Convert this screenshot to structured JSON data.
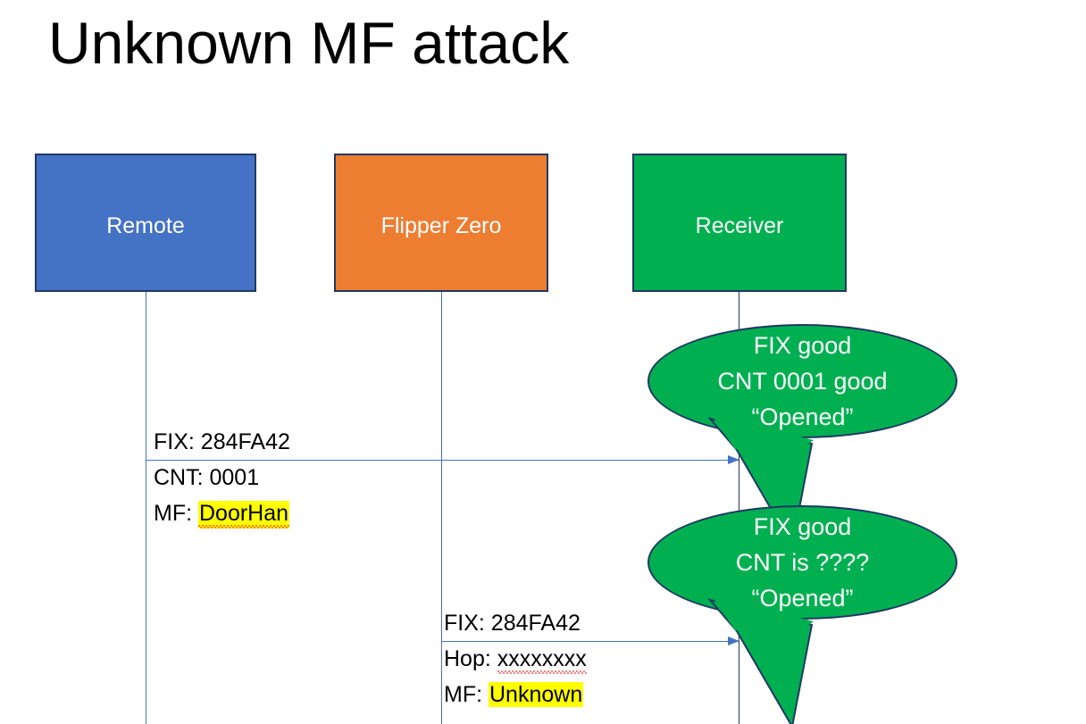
{
  "slide": {
    "title": "Unknown MF attack",
    "background": "#FFFFFF"
  },
  "colors": {
    "remote_fill": "#4472C4",
    "flipper_fill": "#ED7D31",
    "receiver_fill": "#00B050",
    "box_border": "#1F3864",
    "lifeline": "#4472C4",
    "arrow": "#4472C4",
    "highlight": "#FFFF00",
    "spellcheck_underline": "#FF0000",
    "text": "#000000",
    "actor_label_text": "#FFFFFF"
  },
  "actors": [
    {
      "id": "remote",
      "label": "Remote"
    },
    {
      "id": "flipper",
      "label": "Flipper Zero"
    },
    {
      "id": "receiver",
      "label": "Receiver"
    }
  ],
  "messages": [
    {
      "id": "msg-remote-to-receiver",
      "from": "remote",
      "to": "receiver",
      "lines": [
        {
          "label": "FIX: ",
          "value": "284FA42",
          "highlight": false,
          "misspelled": false
        },
        {
          "label": "CNT: ",
          "value": "0001",
          "highlight": false,
          "misspelled": false
        },
        {
          "label": "MF: ",
          "value": "DoorHan",
          "highlight": true,
          "misspelled": true
        }
      ]
    },
    {
      "id": "msg-flipper-to-receiver",
      "from": "flipper",
      "to": "receiver",
      "lines": [
        {
          "label": "FIX: ",
          "value": "284FA42",
          "highlight": false,
          "misspelled": false
        },
        {
          "label": "Hop: ",
          "value": "xxxxxxxx",
          "highlight": false,
          "misspelled": true
        },
        {
          "label": "MF: ",
          "value": "Unknown",
          "highlight": true,
          "misspelled": false
        }
      ]
    }
  ],
  "bubbles": [
    {
      "id": "bubble-response-1",
      "lines": [
        "FIX good",
        "CNT 0001 good",
        "“Opened”"
      ]
    },
    {
      "id": "bubble-response-2",
      "lines": [
        "FIX good",
        "CNT is ????",
        "“Opened”"
      ]
    }
  ]
}
